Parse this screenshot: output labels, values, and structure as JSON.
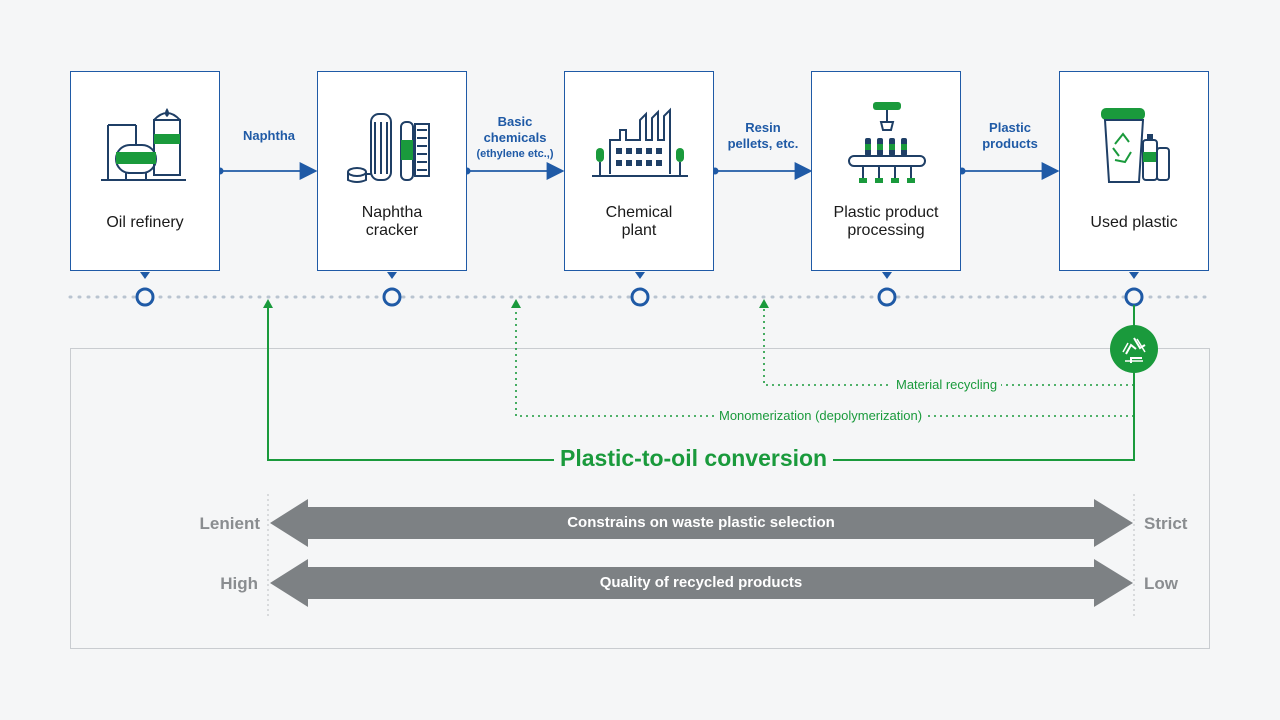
{
  "stages": [
    {
      "id": "oil-refinery",
      "label_lines": [
        "Oil refinery"
      ]
    },
    {
      "id": "naphtha-cracker",
      "label_lines": [
        "Naphtha",
        "cracker"
      ]
    },
    {
      "id": "chemical-plant",
      "label_lines": [
        "Chemical",
        "plant"
      ]
    },
    {
      "id": "plastic-processing",
      "label_lines": [
        "Plastic product",
        "processing"
      ]
    },
    {
      "id": "used-plastic",
      "label_lines": [
        "Used plastic"
      ]
    }
  ],
  "flows": [
    {
      "lines": [
        "Naphtha"
      ]
    },
    {
      "lines": [
        "Basic",
        "chemicals"
      ],
      "small": "(ethylene etc.,)"
    },
    {
      "lines": [
        "Resin",
        "pellets, etc."
      ]
    },
    {
      "lines": [
        "Plastic",
        "products"
      ]
    }
  ],
  "recycling": {
    "material": "Material recycling",
    "monomerization": "Monomerization (depolymerization)",
    "oil_conversion": "Plastic-to-oil conversion"
  },
  "scales": [
    {
      "left": "Lenient",
      "center": "Constrains on waste plastic selection",
      "right": "Strict"
    },
    {
      "left": "High",
      "center": "Quality of recycled products",
      "right": "Low"
    }
  ],
  "colors": {
    "blue": "#1f5aa6",
    "green": "#1a9a3c",
    "gray_arrow": "#7d8184",
    "gray_text": "#8a8d90"
  },
  "icons": [
    "oil-refinery-icon",
    "naphtha-cracker-icon",
    "chemical-plant-icon",
    "processing-conveyor-icon",
    "recycle-bin-icon",
    "recycle-symbol-icon"
  ]
}
